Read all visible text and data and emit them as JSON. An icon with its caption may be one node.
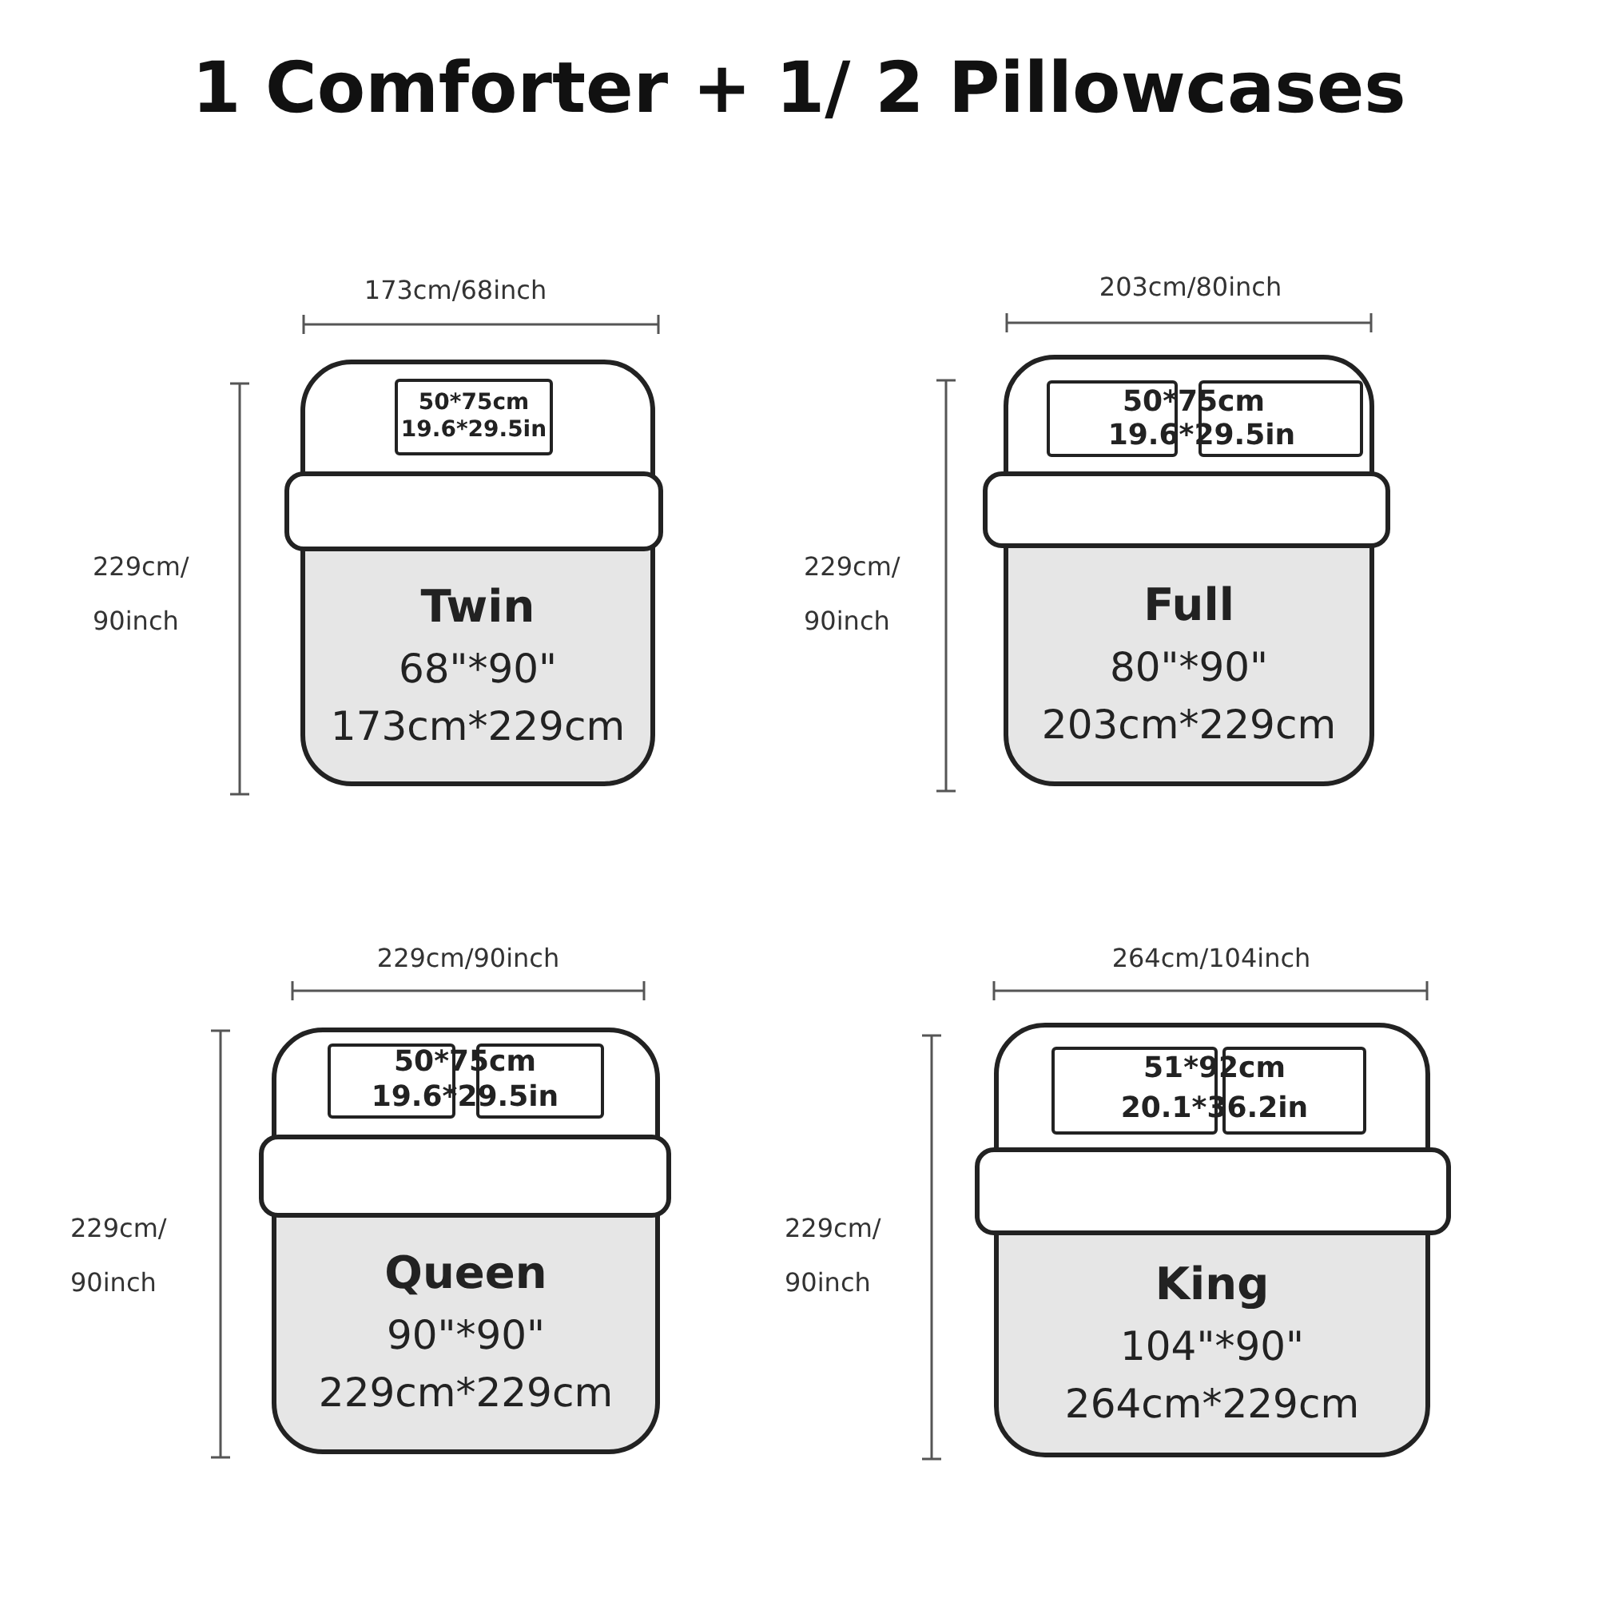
{
  "diagram": {
    "title": "1 Comforter + 1/ 2 Pillowcases",
    "nodes": [
      {
        "text": [
          "Twin",
          "68\"*90\"",
          "173cm*229cm"
        ]
      },
      {
        "text": [
          "50*75cm",
          "19.6*29.5in"
        ],
        "in": 0
      },
      {
        "text": [],
        "shape": "bar"
      },
      {
        "text": [
          "Full",
          "80\"*90\"",
          "203cm*229cm"
        ]
      },
      {
        "text": [],
        "shape": "box",
        "in": 3
      },
      {
        "text": [],
        "shape": "box",
        "in": 3
      },
      {
        "text": [],
        "shape": "bar"
      },
      {
        "text": [
          "Queen",
          "90\"*90\"",
          "229cm*229cm"
        ]
      },
      {
        "text": [],
        "shape": "box",
        "in": 7
      },
      {
        "text": [],
        "shape": "box",
        "in": 7
      },
      {
        "text": [],
        "shape": "bar"
      },
      {
        "text": [
          "King",
          "104\"*90\"",
          "264cm*229cm"
        ]
      },
      {
        "text": [],
        "shape": "box",
        "in": 11
      },
      {
        "text": [],
        "shape": "box",
        "in": 11
      },
      {
        "text": [],
        "shape": "bar"
      }
    ],
    "edges": [],
    "labels": [
      "173cm/68inch",
      "203cm/80inch",
      "229cm/ 90inch",
      "50*75cm",
      "19.6*29.5in",
      "229cm/ 90inch",
      "229cm/90inch",
      "264cm/104inch",
      "229cm/ 90inch",
      "50*75cm",
      "19.6*29.5in",
      "229cm/ 90inch",
      "51*92cm",
      "20.1*36.2in"
    ]
  }
}
